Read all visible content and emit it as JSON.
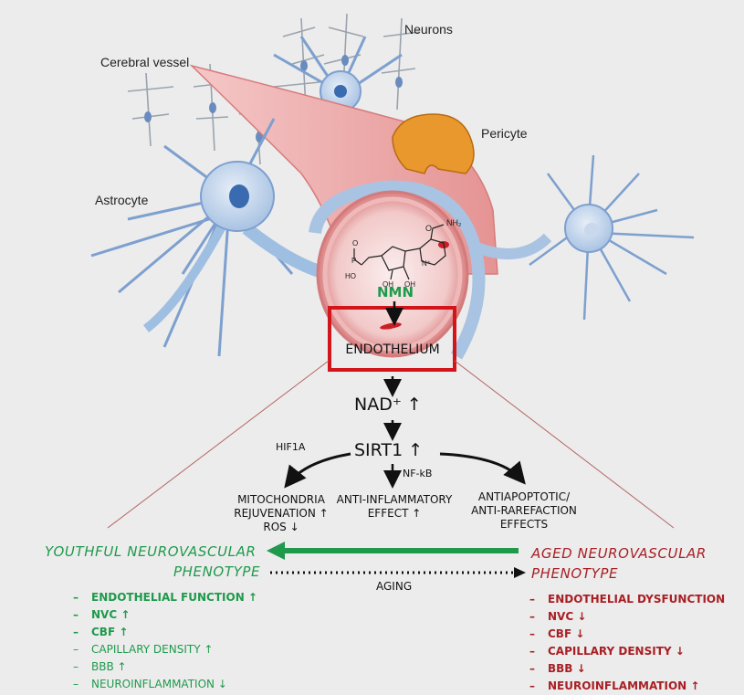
{
  "labels": {
    "neurons": "Neurons",
    "cerebral_vessel": "Cerebral vessel",
    "pericyte": "Pericyte",
    "astrocyte": "Astrocyte"
  },
  "molecule": {
    "name": "NMN",
    "atoms": [
      "NH₂",
      "O",
      "OH",
      "OH",
      "HO",
      "P",
      "O",
      "N⁺"
    ]
  },
  "flow": {
    "endothelium": "ENDOTHELIUM",
    "nad": "NAD⁺ ↑",
    "hif1a": "HIF1A",
    "sirt1": "SIRT1 ↑",
    "nfkb": "NF-kB",
    "mito": [
      "MITOCHONDRIA",
      "REJUVENATION ↑",
      "ROS ↓"
    ],
    "antiinflam": [
      "ANTI-INFLAMMATORY",
      "EFFECT ↑"
    ],
    "antiapop": [
      "ANTIAPOPTOTIC/",
      "ANTI-RAREFACTION",
      "EFFECTS"
    ],
    "aging": "AGING"
  },
  "youthful": {
    "title": [
      "YOUTHFUL NEUROVASCULAR",
      "PHENOTYPE"
    ],
    "items": [
      "ENDOTHELIAL FUNCTION ↑",
      "NVC ↑",
      "CBF ↑",
      "CAPILLARY DENSITY ↑",
      "BBB ↑",
      "NEUROINFLAMMATION ↓"
    ]
  },
  "aged": {
    "title": [
      "AGED NEUROVASCULAR",
      "PHENOTYPE"
    ],
    "items": [
      "ENDOTHELIAL DYSFUNCTION",
      "NVC ↓",
      "CBF ↓",
      "CAPILLARY DENSITY ↓",
      "BBB ↓",
      "NEUROINFLAMMATION ↑"
    ]
  },
  "colors": {
    "youthful": "#1f9a4c",
    "aged": "#a81f24",
    "highlight_box": "#d2151b",
    "vessel": "#e59a9a",
    "astrocyte": "#9fbfe2",
    "pericyte": "#e8982c"
  }
}
